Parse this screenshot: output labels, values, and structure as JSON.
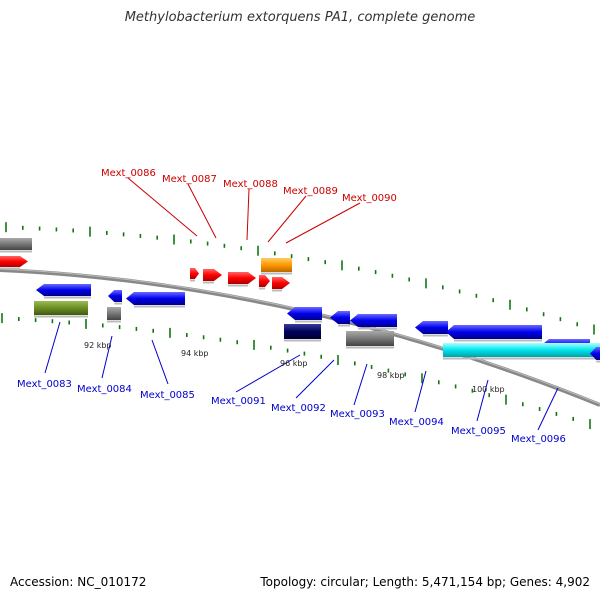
{
  "title": "Methylobacterium extorquens PA1, complete genome",
  "footer": {
    "accession": "Accession: NC_010172",
    "summary": "Topology: circular; Length: 5,471,154 bp; Genes: 4,902"
  },
  "colors": {
    "forward_label": "#cc0000",
    "reverse_label": "#0000cc",
    "backbone": "#888888",
    "tick": "#117711",
    "red": "#ff0000",
    "orange": "#ff9900",
    "blue": "#0000ee",
    "navy": "#00005e",
    "gray": "#777777",
    "olive": "#6b8e23",
    "cyan": "#00e5ee"
  },
  "kbp_ticks": [
    "92 kbp",
    "94 kbp",
    "96 kbp",
    "98 kbp",
    "100 kbp"
  ],
  "forward_genes": [
    "Mext_0086",
    "Mext_0087",
    "Mext_0088",
    "Mext_0089",
    "Mext_0090"
  ],
  "reverse_genes": [
    "Mext_0083",
    "Mext_0084",
    "Mext_0085",
    "Mext_0091",
    "Mext_0092",
    "Mext_0093",
    "Mext_0094",
    "Mext_0095",
    "Mext_0096"
  ]
}
